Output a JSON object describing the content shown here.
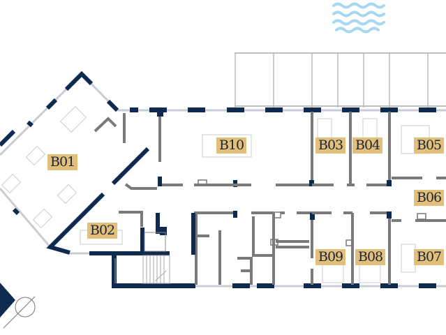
{
  "colors": {
    "wall": "#0f2a4f",
    "partition": "#7a7a7a",
    "label_bg": "#e3c07a",
    "water": "#a8d8ef"
  },
  "icons": [
    "water-waves-icon",
    "compass-icon"
  ],
  "rooms": {
    "b01": "B01",
    "b02": "B02",
    "b03": "B03",
    "b04": "B04",
    "b05": "B05",
    "b06": "B06",
    "b07": "B07",
    "b08": "B08",
    "b09": "B09",
    "b10": "B10"
  }
}
